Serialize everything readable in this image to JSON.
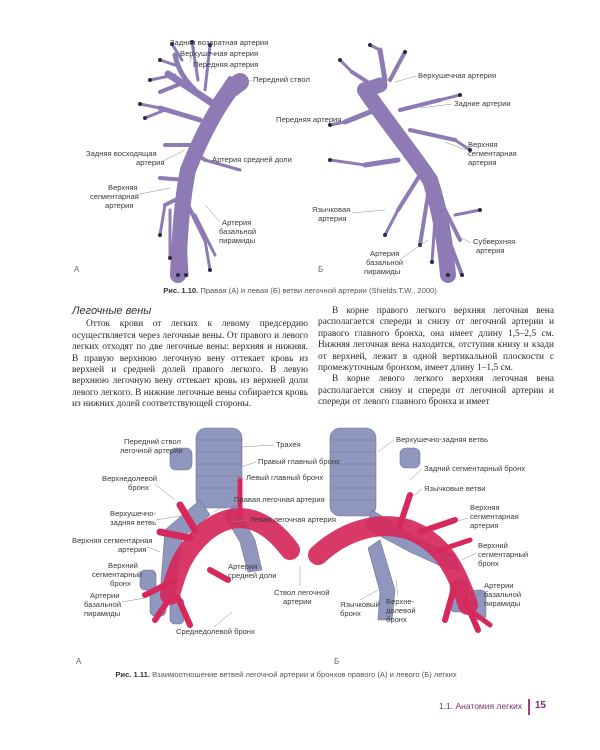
{
  "figure1": {
    "panel_a": "А",
    "panel_b": "Б",
    "labels_left": {
      "zv": "Задняя возвратная артерия",
      "verh": "Верхушечная артерия",
      "pered": "Передняя артерия",
      "ps": "Передний ствол",
      "zvosh_1": "Задняя восходящая",
      "zvosh_2": "артерия",
      "sd": "Артерия средней доли",
      "vs_1": "Верхняя",
      "vs_2": "сегментарная",
      "vs_3": "артерия",
      "ab_1": "Артерия",
      "ab_2": "базальной",
      "ab_3": "пирамиды"
    },
    "labels_right": {
      "verh": "Верхушечная артерия",
      "zad": "Задние артерии",
      "pered": "Передняя артерия",
      "vs_1": "Верхняя",
      "vs_2": "сегментарная",
      "vs_3": "артерия",
      "yaz_1": "Язычковая",
      "yaz_2": "артерия",
      "ab_1": "Артерия",
      "ab_2": "базальной",
      "ab_3": "пирамиды",
      "suv_1": "Субверхняя",
      "suv_2": "артерия"
    },
    "caption_num": "Рис. 1.10.",
    "caption_text": " Правая (А) и левая (Б) ветви легочной артерии (Shields T.W., 2000)"
  },
  "text": {
    "heading": "Легочные вены",
    "left_p1": "Отток крови от легких к левому предсердию осуществляется через легочные вены. От правого и левого легких отходят по две легочные вены: верхняя и нижняя. В правую верхнюю легочную вену оттекает кровь из верхней и средней долей правого легкого. В левую верхнюю легочную вену оттекает кровь из верхней доли левого легкого. В нижние легочные вены собирается кровь из нижних долей соответствующей стороны.",
    "right_p1": "В корне правого легкого верхняя легочная вена располагается спереди и снизу от легочной артерии и правого главного бронха, она имеет длину 1,5–2,5 см. Нижняя легочная вена находится, отступив книзу и кзади от верхней, лежит в одной вертикальной плоскости с промежуточным бронхом, имеет длину 1–1,5 см.",
    "right_p2": "В корне левого легкого верхняя легочная вена располагается снизу и спереди от легочной артерии и спереди от левого главного бронха и имеет"
  },
  "figure2": {
    "panel_a": "А",
    "panel_b": "Б",
    "labels_left": {
      "ps_1": "Передний ствол",
      "ps_2": "легочной артерии",
      "trah": "Трахея",
      "pgb": "Правый главный бронх",
      "vdb_1": "Верхнедолевой",
      "vdb_2": "бронх",
      "lgb": "Левый главный бронх",
      "pla": "Правая легочная артерия",
      "vzv_1": "Верхушечно-",
      "vzv_2": "задняя ветвь",
      "lla": "Левая легочная артерия",
      "vsa_1": "Верхняя сегментарная",
      "vsa_2": "артерия",
      "vsb_1": "Верхний",
      "vsb_2": "сегментарный",
      "vsb_3": "бронх",
      "ab_1": "Артерии",
      "ab_2": "базальной",
      "ab_3": "пирамиды",
      "asd_1": "Артерия",
      "asd_2": "средней доли",
      "sdb": "Среднедолевой бронх",
      "stv_1": "Ствол легочной",
      "stv_2": "артерии"
    },
    "labels_right": {
      "vzv": "Верхушечно-задняя ветвь",
      "zsb": "Задний сегментарный бронх",
      "yazv": "Язычковые ветви",
      "vsa_1": "Верхняя",
      "vsa_2": "сегментарная",
      "vsa_3": "артерия",
      "vsb_1": "Верхний",
      "vsb_2": "сегментарный",
      "vsb_3": "бронх",
      "ab_1": "Артерии",
      "ab_2": "базальной",
      "ab_3": "пирамиды",
      "yazb_1": "Язычковый",
      "yazb_2": "бронх",
      "vdb_1": "Верхне-",
      "vdb_2": "долевой",
      "vdb_3": "бронх"
    },
    "caption_num": "Рис. 1.11.",
    "caption_text": " Взаимоотношение ветвей легочной артерии и бронхов правого (А) и левого (Б) легких"
  },
  "footer": {
    "section": "1.1. Анатомия легких",
    "page": "15"
  },
  "colors": {
    "artery_violet": "#8e7bb5",
    "artery_red": "#d6285a",
    "bronchus_blue": "#8f97bf",
    "accent": "#9a3f8f"
  }
}
